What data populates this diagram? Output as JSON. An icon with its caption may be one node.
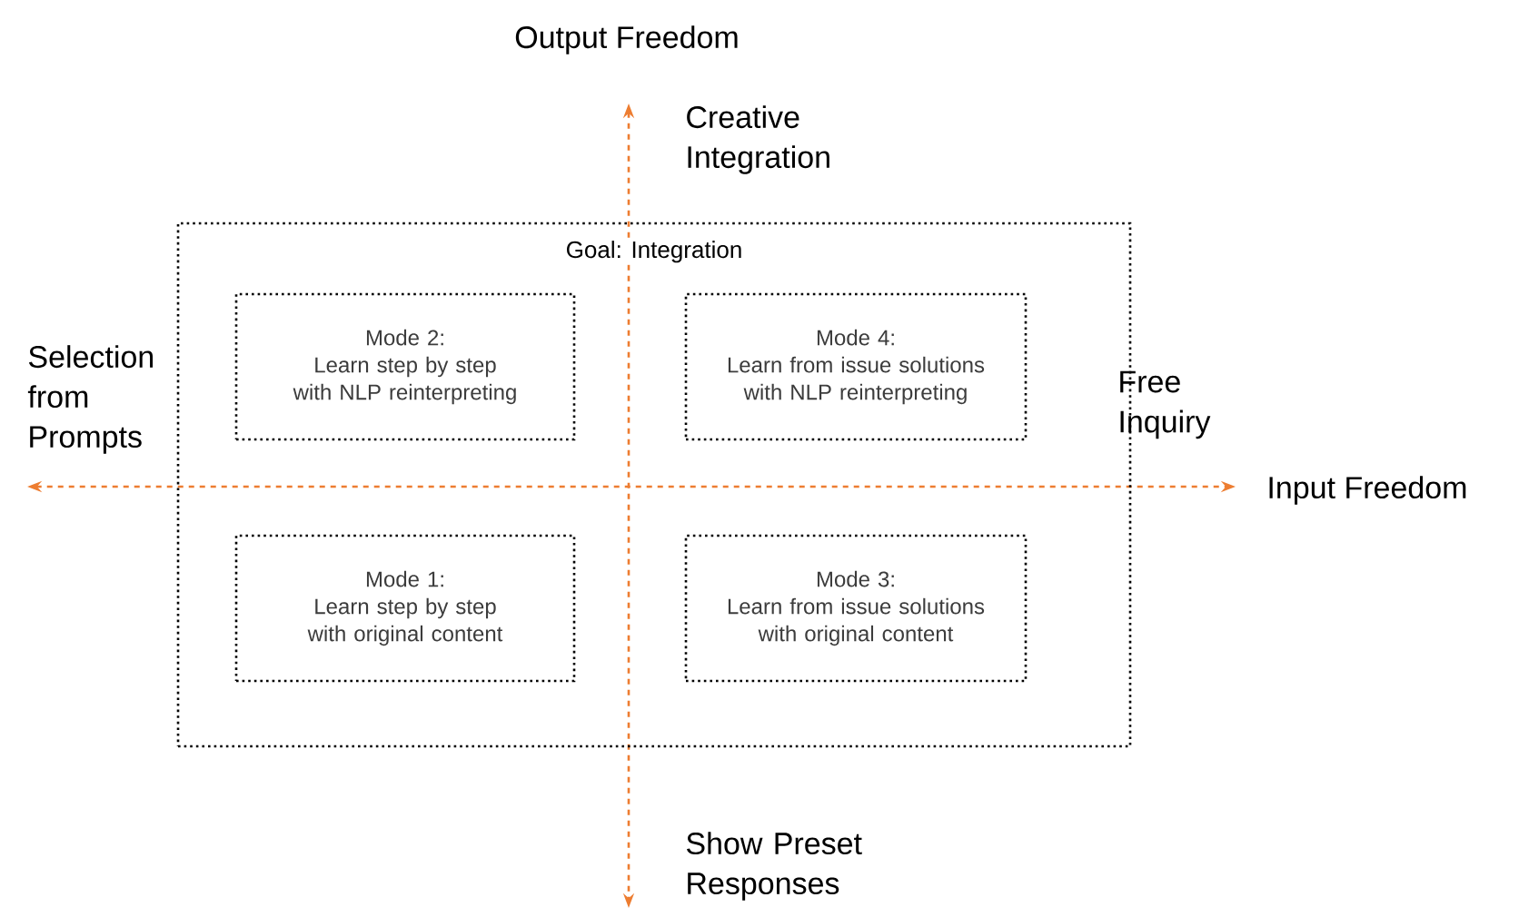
{
  "diagram": {
    "nodes": [
      {
        "text": [
          "Goal: Integration"
        ]
      },
      {
        "text": [
          "Mode 2:",
          "Learn step by step with NLP reinterpreting"
        ],
        "in": 0
      },
      {
        "text": [
          "Mode 4:",
          "Learn from issue solutions with NLP reinterpreting"
        ],
        "in": 0
      },
      {
        "text": [
          "Mode 1:",
          "Learn step by step with original content"
        ],
        "in": 0
      },
      {
        "text": [
          "Mode 3:",
          "Learn from issue solutions with original content"
        ],
        "in": 0
      }
    ],
    "labels": [
      "Output Freedom",
      "Creative Integration",
      "Selection from Prompts",
      "Free Inquiry",
      "Input Freedom",
      "Show Preset Responses"
    ]
  }
}
